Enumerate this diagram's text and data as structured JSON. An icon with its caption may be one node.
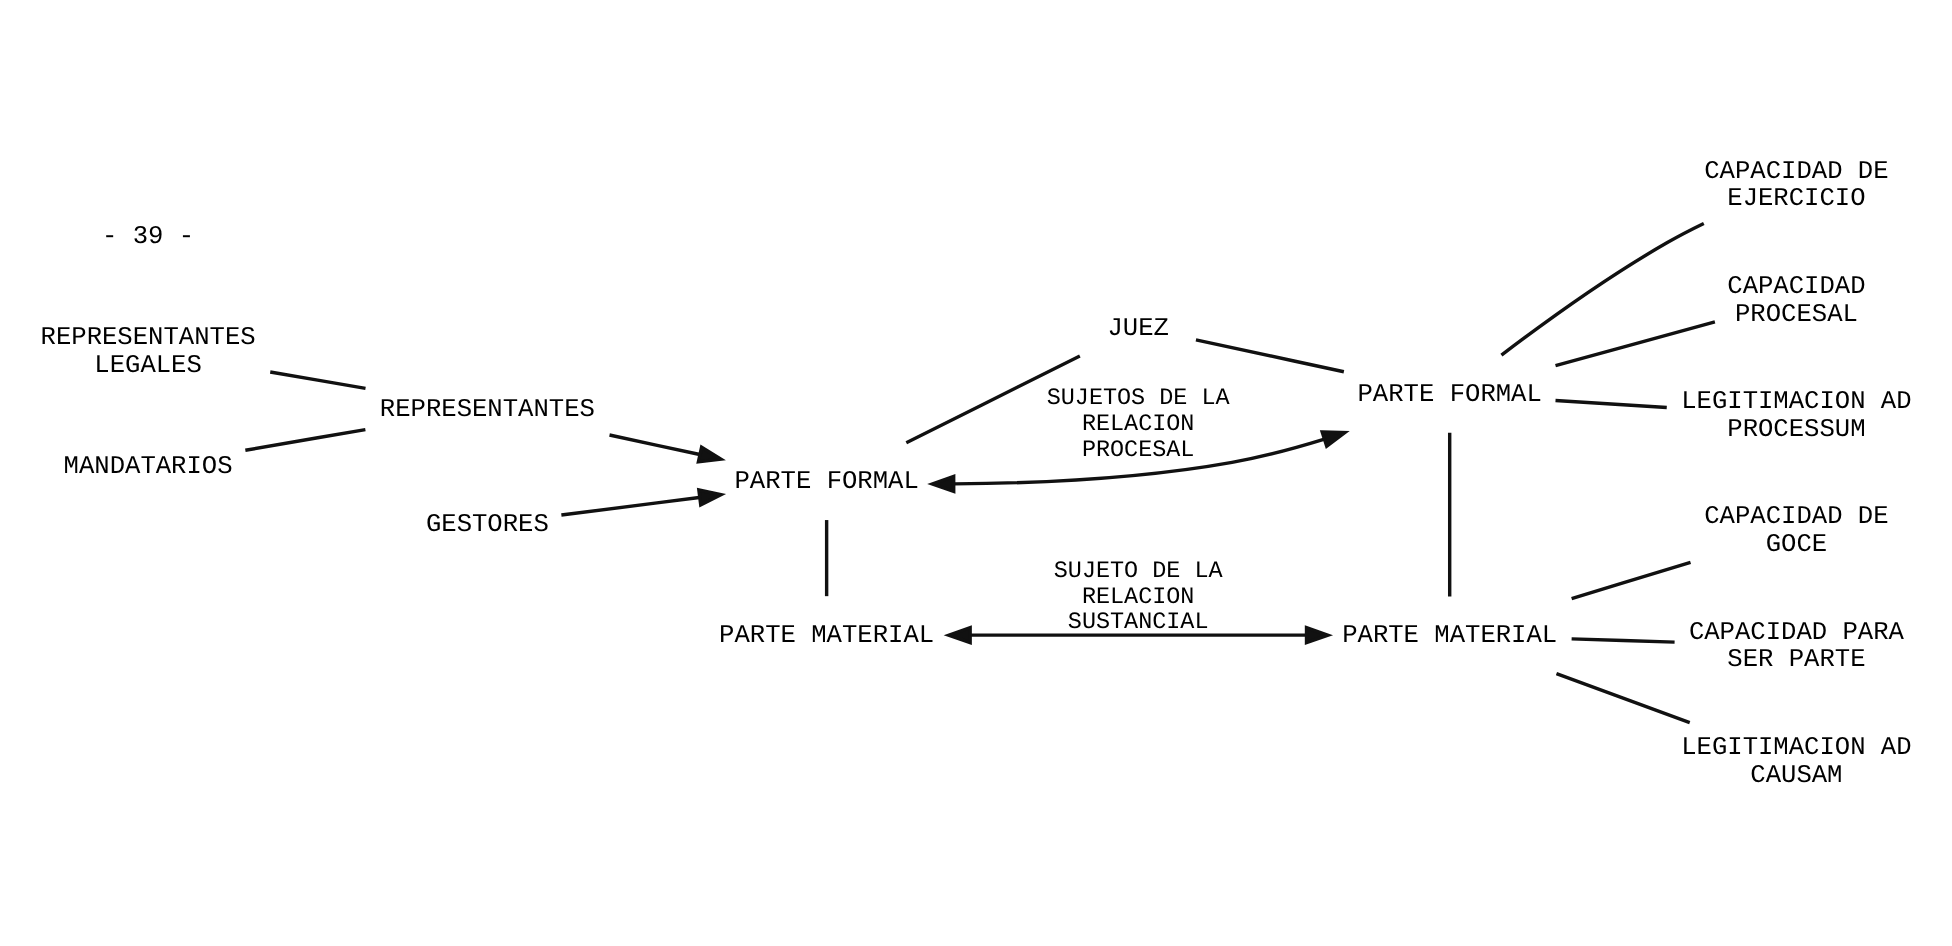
{
  "diagram": {
    "nodes": [
      {
        "text": [
          "JUEZ"
        ]
      },
      {
        "text": [
          "CAPACIDAD DE EJERCICIO"
        ]
      },
      {
        "text": [
          "REPRESENTANTES LEGALES"
        ]
      },
      {
        "text": [
          "REPRESENTANTES"
        ]
      },
      {
        "text": [
          "PARTE FORMAL"
        ]
      },
      {
        "text": [
          "PARTE FORMAL"
        ]
      },
      {
        "text": [
          "CAPACIDAD PROCESAL"
        ]
      },
      {
        "text": [
          "LEGITIMACION AD PROCESSUM"
        ]
      },
      {
        "text": [
          "CAPACIDAD DE GOCE"
        ]
      },
      {
        "text": [
          "MANDATARIOS"
        ]
      },
      {
        "text": [
          "GESTORES"
        ]
      },
      {
        "text": [
          "PARTE MATERIAL"
        ]
      },
      {
        "text": [
          "PARTE MATERIAL"
        ]
      },
      {
        "text": [
          "CAPACIDAD PARA SER PARTE"
        ]
      },
      {
        "text": [
          "LEGITIMACION AD CAUSAM"
        ]
      }
    ],
    "edges": [
      {
        "from": 0,
        "to": 4,
        "arrow": "none"
      },
      {
        "from": 0,
        "to": 5,
        "arrow": "none"
      },
      {
        "from": 2,
        "to": 3,
        "arrow": "none"
      },
      {
        "from": 9,
        "to": 3,
        "arrow": "none"
      },
      {
        "from": 3,
        "to": 4,
        "arrow": "to"
      },
      {
        "from": 10,
        "to": 4,
        "arrow": "to"
      },
      {
        "from": 4,
        "to": 5,
        "arrow": "both",
        "label": "SUJETOS DE LA RELACION PROCESAL"
      },
      {
        "from": 5,
        "to": 1,
        "arrow": "none"
      },
      {
        "from": 5,
        "to": 6,
        "arrow": "none"
      },
      {
        "from": 5,
        "to": 7,
        "arrow": "none"
      },
      {
        "from": 4,
        "to": 11,
        "arrow": "none"
      },
      {
        "from": 5,
        "to": 12,
        "arrow": "none"
      },
      {
        "from": 11,
        "to": 12,
        "arrow": "both",
        "label": "SUJETO DE LA RELACION SUSTANCIAL"
      },
      {
        "from": 12,
        "to": 8,
        "arrow": "none"
      },
      {
        "from": 12,
        "to": 13,
        "arrow": "none"
      },
      {
        "from": 12,
        "to": 14,
        "arrow": "none"
      }
    ],
    "labels": [
      "- 39 -"
    ]
  }
}
